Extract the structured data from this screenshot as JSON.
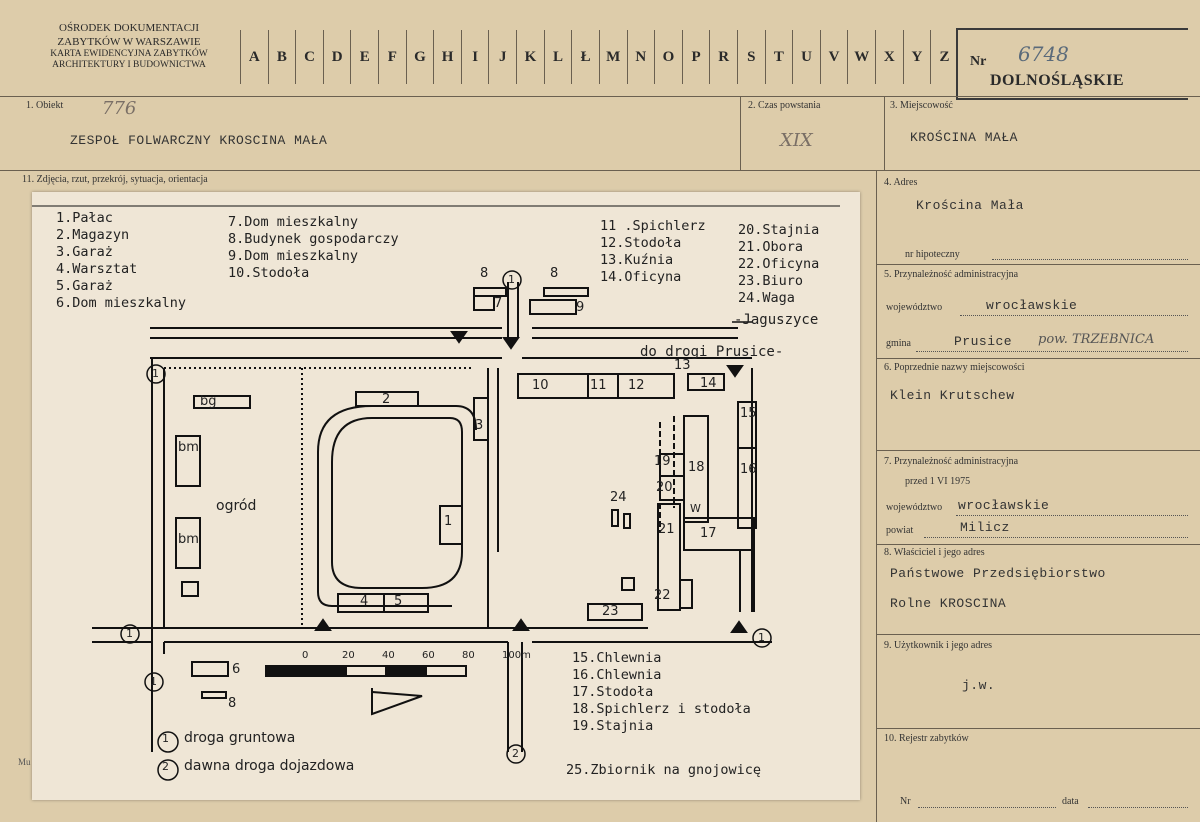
{
  "header": {
    "org_line1": "OŚRODEK DOKUMENTACJI",
    "org_line2": "ZABYTKÓW W WARSZAWIE",
    "org_line3": "KARTA EWIDENCYJNA ZABYTKÓW",
    "org_line4": "ARCHITEKTURY I BUDOWNICTWA",
    "letters": [
      "A",
      "B",
      "C",
      "D",
      "E",
      "F",
      "G",
      "H",
      "I",
      "J",
      "K",
      "L",
      "Ł",
      "M",
      "N",
      "O",
      "P",
      "R",
      "S",
      "T",
      "U",
      "V",
      "W",
      "X",
      "Y",
      "Z"
    ],
    "nr_label": "Nr",
    "nr_value": "6748",
    "region": "DOLNOŚLĄSKIE"
  },
  "fields": {
    "obiekt_label": "1. Obiekt",
    "obiekt_number": "776",
    "obiekt_value": "ZESPOŁ FOLWARCZNY KROSCINA MAŁA",
    "czas_label": "2. Czas powstania",
    "czas_value": "XIX",
    "miejscowosc_label": "3. Miejscowość",
    "miejscowosc_value": "KROŚCINA MAŁA",
    "zdjecia_label": "11. Zdjęcia, rzut, przekrój, sytuacja, orientacja",
    "adres_label": "4. Adres",
    "adres_value": "Krościna Mała",
    "hipoteczny_label": "nr hipoteczny",
    "przynal_label": "5. Przynależność administracyjna",
    "woj_label": "województwo",
    "woj_value": "wrocławskie",
    "gmina_label": "gmina",
    "gmina_value": "Prusice",
    "gmina_note": "pow. TRZEBNICA",
    "poprzednie_label": "6. Poprzednie nazwy miejscowości",
    "poprzednie_value": "Klein Krutschew",
    "przynal75_label": "7. Przynależność administracyjna",
    "przed_label": "przed 1 VI 1975",
    "woj75_label": "województwo",
    "woj75_value": "wrocławskie",
    "powiat_label": "powiat",
    "powiat_value": "Milicz",
    "wlasciciel_label": "8. Właściciel i jego adres",
    "wlasciciel_line1": "Państwowe Przedsiębiorstwo",
    "wlasciciel_line2": "Rolne KROSCINA",
    "uzytkownik_label": "9. Użytkownik i jego adres",
    "uzytkownik_value": "j.w.",
    "rejestr_label": "10. Rejestr zabytków",
    "rejestr_nr_label": "Nr",
    "rejestr_data_label": "data",
    "side_mark": "Mu"
  },
  "map": {
    "list_col1": [
      "1.Pałac",
      "2.Magazyn",
      "3.Garaż",
      "4.Warsztat",
      "5.Garaż",
      "6.Dom mieszkalny"
    ],
    "list_col2": [
      "7.Dom mieszkalny",
      "8.Budynek gospodarczy",
      "9.Dom mieszkalny",
      "10.Stodoła"
    ],
    "list_col3": [
      "11 .Spichlerz",
      "12.Stodoła",
      "13.Kuźnia",
      "14.Oficyna"
    ],
    "list_col4": [
      "20.Stajnia",
      "21.Obora",
      "22.Oficyna",
      "23.Biuro",
      "24.Waga"
    ],
    "list_bottom": [
      "15.Chlewnia",
      "16.Chlewnia",
      "17.Stodoła",
      "18.Spichlerz i stodoła",
      "19.Stajnia"
    ],
    "item25": "25.Zbiornik na gnojowicę",
    "road_jag": "-Jaguszyce",
    "road_prusice": "do drogi Prusice-",
    "label_ogrod": "ogród",
    "label_bg": "bg",
    "label_bm1": "bm",
    "label_bm2": "bm",
    "label_w": "W",
    "scale_ticks": [
      "0",
      "20",
      "40",
      "60",
      "80",
      "100m"
    ],
    "legend1_num": "1",
    "legend1": "droga gruntowa",
    "legend2_num": "2",
    "legend2": "dawna droga dojazdowa",
    "bld": {
      "b1": "1",
      "b2": "2",
      "b3": "3",
      "b4": "4",
      "b5": "5",
      "b6": "6",
      "b7": "7",
      "b8a": "8",
      "b8b": "8",
      "b8c": "8",
      "b9": "9",
      "b10": "10",
      "b11": "11",
      "b12": "12",
      "b13": "13",
      "b14": "14",
      "b15": "15",
      "b16": "16",
      "b17": "17",
      "b18": "18",
      "b19": "19",
      "b20": "20",
      "b21": "21",
      "b22": "22",
      "b23": "23",
      "b24": "24"
    },
    "road_marks": {
      "m1": "1",
      "m2": "1",
      "m3": "1",
      "m4": "1",
      "m5": "1",
      "m6": "1",
      "m7": "2"
    }
  }
}
